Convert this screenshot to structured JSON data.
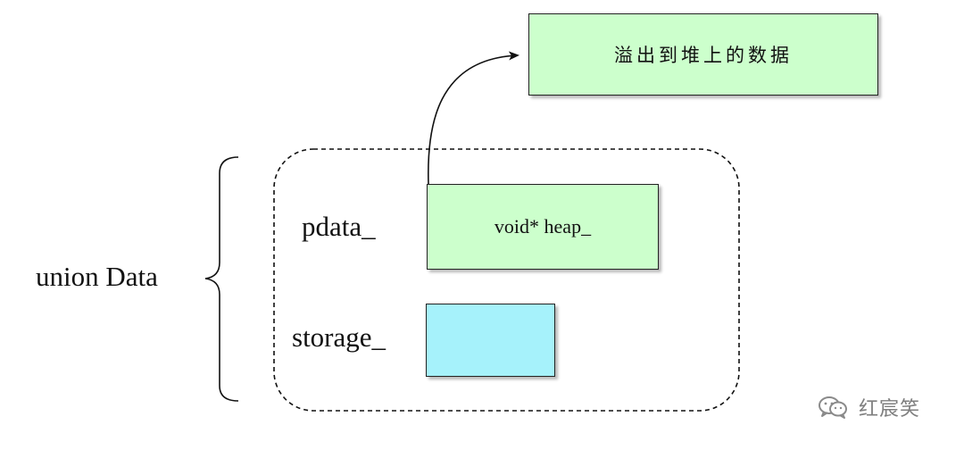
{
  "diagram": {
    "union_label": "union Data",
    "pdata_label": "pdata_",
    "storage_label": "storage_",
    "pdata_box_text": "void* heap_",
    "heap_box_text": "溢出到堆上的数据",
    "colors": {
      "green_fill": "#ccffcc",
      "cyan_fill": "#a6f2fb",
      "stroke": "#222222"
    }
  },
  "watermark": {
    "icon": "wechat-icon",
    "text": "红宸笑"
  }
}
